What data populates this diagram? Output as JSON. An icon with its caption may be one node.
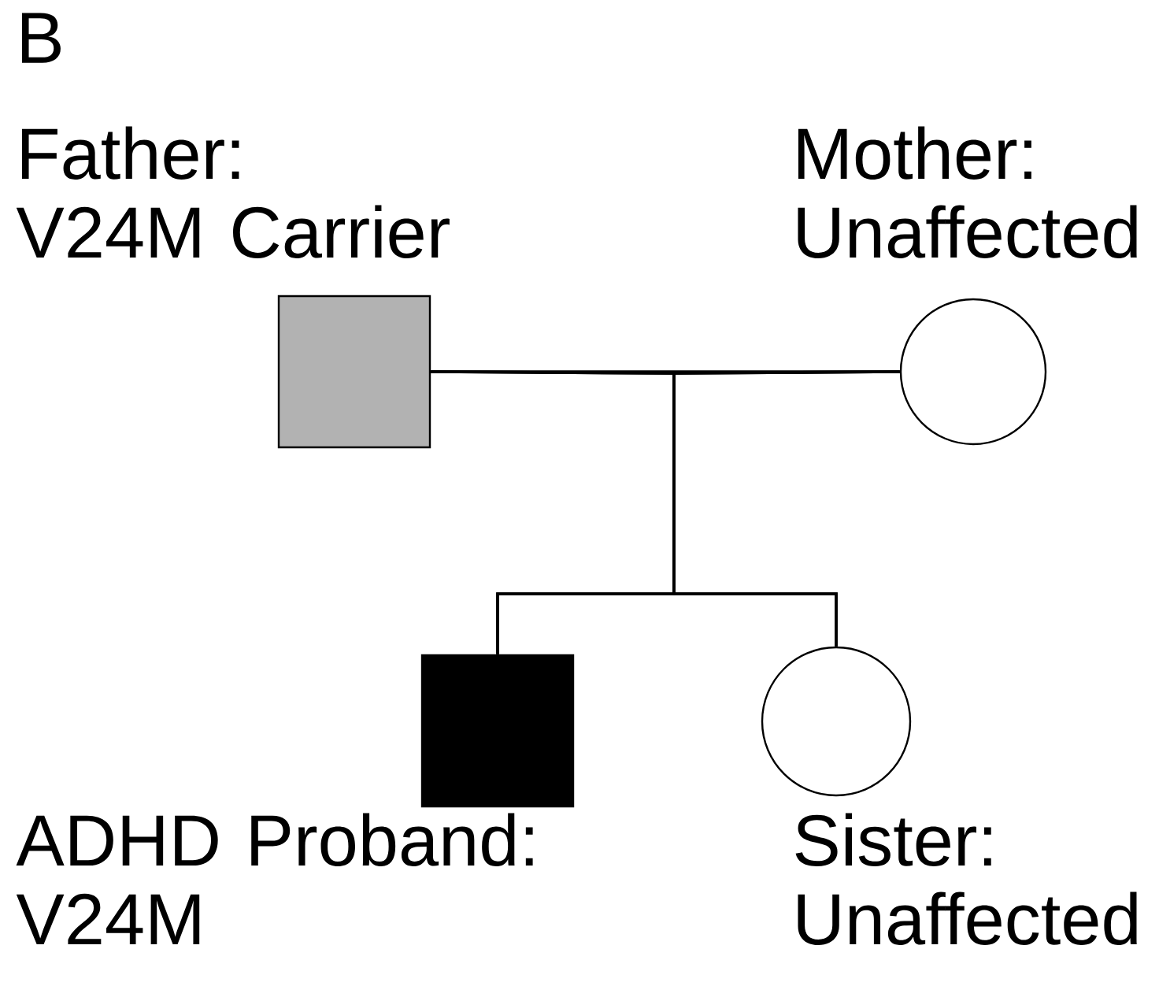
{
  "diagram": {
    "nodes": [
      {
        "text": [
          "Father: V24M Carrier"
        ]
      },
      {
        "text": [
          "Mother: Unaffected"
        ]
      },
      {
        "text": [
          "ADHD Proband: V24M"
        ]
      },
      {
        "text": [
          "Sister: Unaffected"
        ]
      }
    ],
    "edges": [
      {
        "from": 0,
        "to": 1,
        "arrow": "none"
      },
      {
        "from": 0,
        "to": 2,
        "arrow": "none"
      },
      {
        "from": 1,
        "to": 2,
        "arrow": "none"
      },
      {
        "from": 0,
        "to": 3,
        "arrow": "none"
      },
      {
        "from": 1,
        "to": 3,
        "arrow": "none"
      }
    ],
    "labels": [
      "B"
    ]
  }
}
